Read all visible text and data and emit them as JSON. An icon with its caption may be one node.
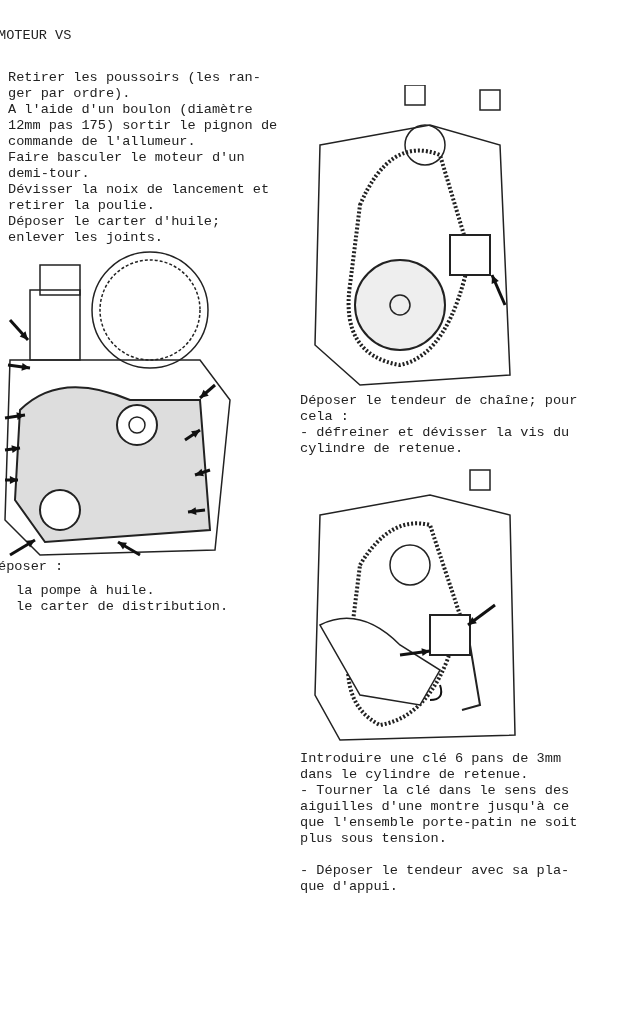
{
  "diagram": {
    "title": "MOTEUR VS",
    "labels": [
      "Retirer les poussoirs (les ran- ger par ordre).",
      "A l'aide d'un boulon (diamètre 12mm pas 175) sortir le pignon de commande de l'allumeur.",
      "Faire basculer le moteur d'un demi-tour.",
      "Dévisser la noix de lancement et retirer la poulie.",
      "Déposer le carter d'huile; enlever les joints.",
      "époser :",
      "la pompe à huile.",
      "le carter de distribution.",
      "Déposer le tendeur de chaîne; pour cela :",
      "- défreiner et dévisser la vis du cylindre de retenue.",
      "Introduire une clé 6 pans de 3mm dans le cylindre de retenue.",
      "- Tourner la clé dans le sens des aiguilles d'une montre jusqu'à ce que l'ensemble porte-patin ne soit plus sous tension.",
      "- Déposer le tendeur avec sa pla- que d'appui."
    ]
  }
}
